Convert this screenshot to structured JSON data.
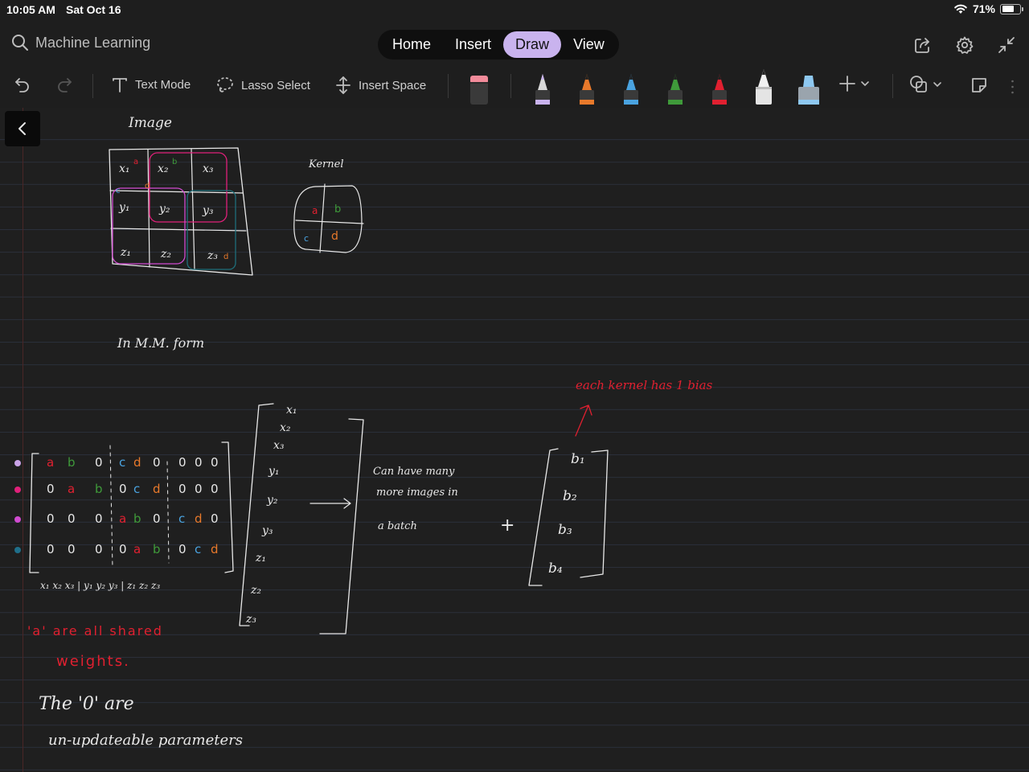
{
  "status_bar": {
    "time": "10:05 AM",
    "date": "Sat Oct 16",
    "battery_percent": "71%",
    "battery_level": 0.71
  },
  "header": {
    "notebook_title": "Machine Learning",
    "tabs": [
      {
        "label": "Home",
        "active": false
      },
      {
        "label": "Insert",
        "active": false
      },
      {
        "label": "Draw",
        "active": true
      },
      {
        "label": "View",
        "active": false
      }
    ],
    "accent_color": "#c9b3ee",
    "actions": [
      "share-icon",
      "settings-icon",
      "collapse-icon"
    ]
  },
  "toolbar": {
    "text_mode_label": "Text Mode",
    "lasso_select_label": "Lasso Select",
    "insert_space_label": "Insert Space",
    "pens": [
      {
        "name": "eraser",
        "color": "#f28b9a"
      },
      {
        "name": "pen-lavender",
        "color": "#c9b3ee"
      },
      {
        "name": "pen-orange",
        "color": "#e8792b"
      },
      {
        "name": "pen-blue",
        "color": "#4aa3e0"
      },
      {
        "name": "pen-green",
        "color": "#3f9a3a"
      },
      {
        "name": "pen-red",
        "color": "#e02030"
      },
      {
        "name": "pen-white",
        "color": "#f0f0f0"
      },
      {
        "name": "highlighter-blue",
        "color": "#8ec8f0"
      }
    ]
  },
  "note": {
    "image_label": "Image",
    "kernel_label": "Kernel",
    "image_grid": [
      [
        "x₁",
        "x₂",
        "x₃"
      ],
      [
        "y₁",
        "y₂",
        "y₃"
      ],
      [
        "z₁",
        "z₂",
        "z₃"
      ]
    ],
    "kernel_grid": [
      [
        "a",
        "b"
      ],
      [
        "c",
        "d"
      ]
    ],
    "mm_form_label": "In M.M. form",
    "weight_matrix": [
      [
        "a",
        "b",
        "0",
        "c",
        "d",
        "0",
        "0",
        "0",
        "0"
      ],
      [
        "0",
        "a",
        "b",
        "0",
        "c",
        "d",
        "0",
        "0",
        "0"
      ],
      [
        "0",
        "0",
        "0",
        "a",
        "b",
        "0",
        "c",
        "d",
        "0"
      ],
      [
        "0",
        "0",
        "0",
        "0",
        "a",
        "b",
        "0",
        "c",
        "d"
      ]
    ],
    "column_labels": "x₁ x₂ x₃ | y₁ y₂ y₃ | z₁ z₂ z₃",
    "input_vector": [
      "x₁",
      "x₂",
      "x₃",
      "y₁",
      "y₂",
      "y₃",
      "z₁",
      "z₂",
      "z₃"
    ],
    "batch_note": [
      "Can have many",
      "more images in",
      "a batch"
    ],
    "plus_sign": "+",
    "bias_vector": [
      "b₁",
      "b₂",
      "b₃",
      "b₄"
    ],
    "bias_note": "each kernel has 1 bias",
    "shared_weights_note": [
      "'a' are all shared",
      "weights."
    ],
    "zeros_note": [
      "The '0' are",
      "un-updateable parameters"
    ]
  }
}
